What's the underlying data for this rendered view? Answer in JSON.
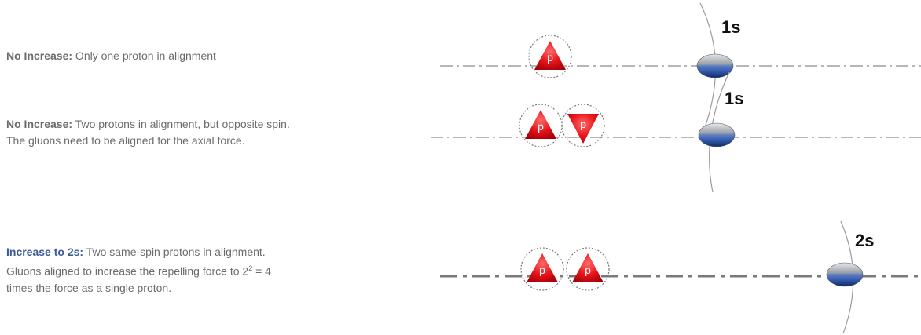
{
  "rows": [
    {
      "lead": "No Increase:",
      "text": [
        " Only one proton in alignment"
      ],
      "orbital_label": "1s",
      "protons": [
        {
          "label": "p",
          "spin": "up"
        }
      ]
    },
    {
      "lead": "No Increase:",
      "text": [
        " Two protons in alignment, but opposite spin.",
        "The gluons need to be aligned for the axial force."
      ],
      "orbital_label": "1s",
      "protons": [
        {
          "label": "p",
          "spin": "up"
        },
        {
          "label": "p",
          "spin": "down"
        }
      ]
    },
    {
      "lead": "Increase to 2s:",
      "text": [
        " Two same-spin protons in alignment.",
        "Gluons aligned to increase the repelling force to 2",
        "2",
        " = 4",
        "times the force as a single proton."
      ],
      "orbital_label": "2s",
      "protons": [
        {
          "label": "p",
          "spin": "up"
        },
        {
          "label": "p",
          "spin": "up"
        }
      ]
    }
  ],
  "colors": {
    "proton": "#e8151b",
    "electron_top": "#c9cdd3",
    "electron_bottom": "#2f56a8",
    "axis_line": "#8a8a8a",
    "lead_highlight": "#3d5a98",
    "text": "#6b6b6b"
  }
}
